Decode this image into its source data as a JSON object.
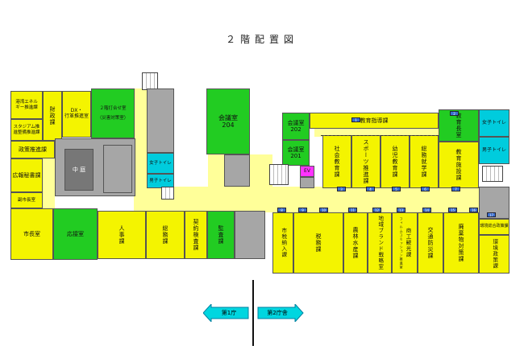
{
  "title": "２階配置図",
  "colors": {
    "office": "#f4f400",
    "meeting": "#22cc22",
    "toilet": "#00ccdd",
    "service": "#a6a6a6",
    "elevator": "#ff33ff",
    "corridor": "#ffff99"
  },
  "rooms": {
    "energy": "港湾エネル\nギー推進課",
    "stadium": "スタジアム推\n進整備推進課",
    "finance": "財\n政\n課",
    "dx": "DX・\n行革推進室",
    "meeting_2f": "２階打合せ室\n\n（災害対策室）",
    "policy": "政策推進課",
    "court": "中 庭",
    "pr": "広報秘書課",
    "vice_mayor": "副市長室",
    "mayor": "市長室",
    "reception": "応接室",
    "personnel": "人事課",
    "general_affairs": "総務課",
    "contract": "契約検査課",
    "council": "監査課",
    "hall204": "会議室\n204",
    "hall202": "会議室\n202",
    "hall201": "会議室\n201",
    "guidance": "教育指導課",
    "edu_chief": "教育長室",
    "social_ed": "社会教育課",
    "sports": "スポーツ推進課",
    "child_ed": "幼児教育課",
    "school_affairs": "総務就学課",
    "edu_facility": "教育施設課",
    "ev": "EV",
    "tax_collect": "市税納入課",
    "tax": "税務課",
    "agri": "農林水産課",
    "brand": "地域ブランド戦略室",
    "commerce": "商工観光課",
    "commerce_sub": "フィルムコミッション推進室",
    "traffic": "交通防災課",
    "waste": "廃棄物対策課",
    "env_sub": "環境総合政策課",
    "env_policy": "環境政策課"
  },
  "toilets": {
    "women_a": "女子トイレ",
    "men_a": "男子トイレ",
    "women_b": "女子トイレ",
    "men_b": "男子トイレ"
  },
  "badges": [
    "1",
    "2",
    "3",
    "4",
    "5",
    "6",
    "7",
    "8",
    "9",
    "10",
    "11",
    "12",
    "13",
    "14",
    "15",
    "16",
    "17"
  ],
  "buttons": {
    "first": "第1庁",
    "second": "第2庁舎"
  }
}
